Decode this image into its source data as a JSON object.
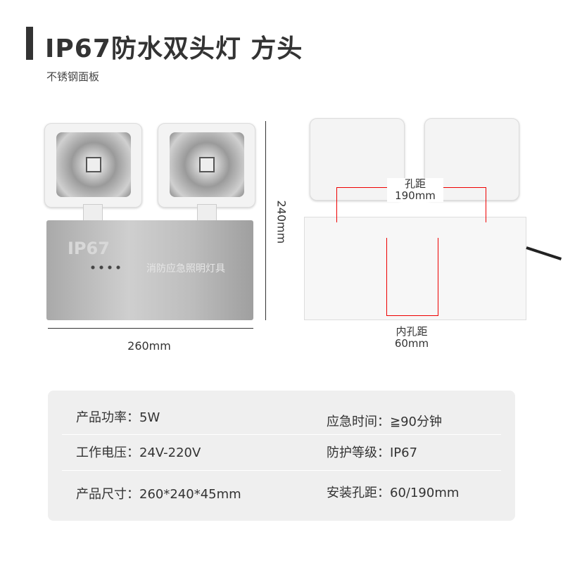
{
  "header": {
    "title": "IP67防水双头灯 方头",
    "subtitle": "不锈钢面板"
  },
  "product": {
    "panel_mark": "IP67",
    "panel_label": "消防应急照明灯具",
    "width_label": "260mm",
    "height_label": "240mm",
    "hole_label": "孔距",
    "hole_value": "190mm",
    "inner_hole_label": "内孔距",
    "inner_hole_value": "60mm"
  },
  "colors": {
    "accent": "#e00000",
    "panel_bg": "#efefef"
  },
  "specs": [
    {
      "left": "产品功率：5W",
      "right": "应急时间：≧90分钟"
    },
    {
      "left": "工作电压：24V-220V",
      "right": "防护等级：IP67"
    },
    {
      "left": "产品尺寸：260*240*45mm",
      "right": "安装孔距：60/190mm"
    }
  ]
}
